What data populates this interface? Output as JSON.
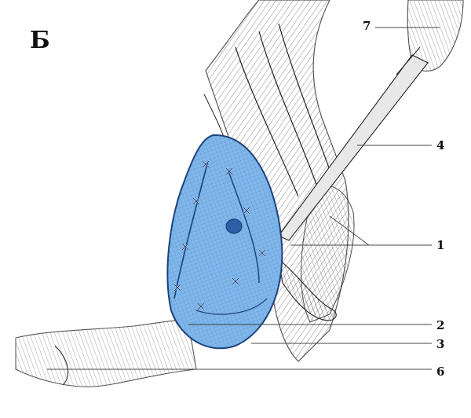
{
  "figure": {
    "panel_letter": "Б",
    "labels": {
      "l1": "1",
      "l2": "2",
      "l3": "3",
      "l4": "4",
      "l6": "6",
      "l7": "7"
    },
    "colors": {
      "mesh_fill": "#7fb7ea",
      "mesh_fill_light": "#a9d0f3",
      "mesh_outline": "#1c3f78",
      "ink": "#2b2b2b",
      "background": "#ffffff"
    }
  }
}
